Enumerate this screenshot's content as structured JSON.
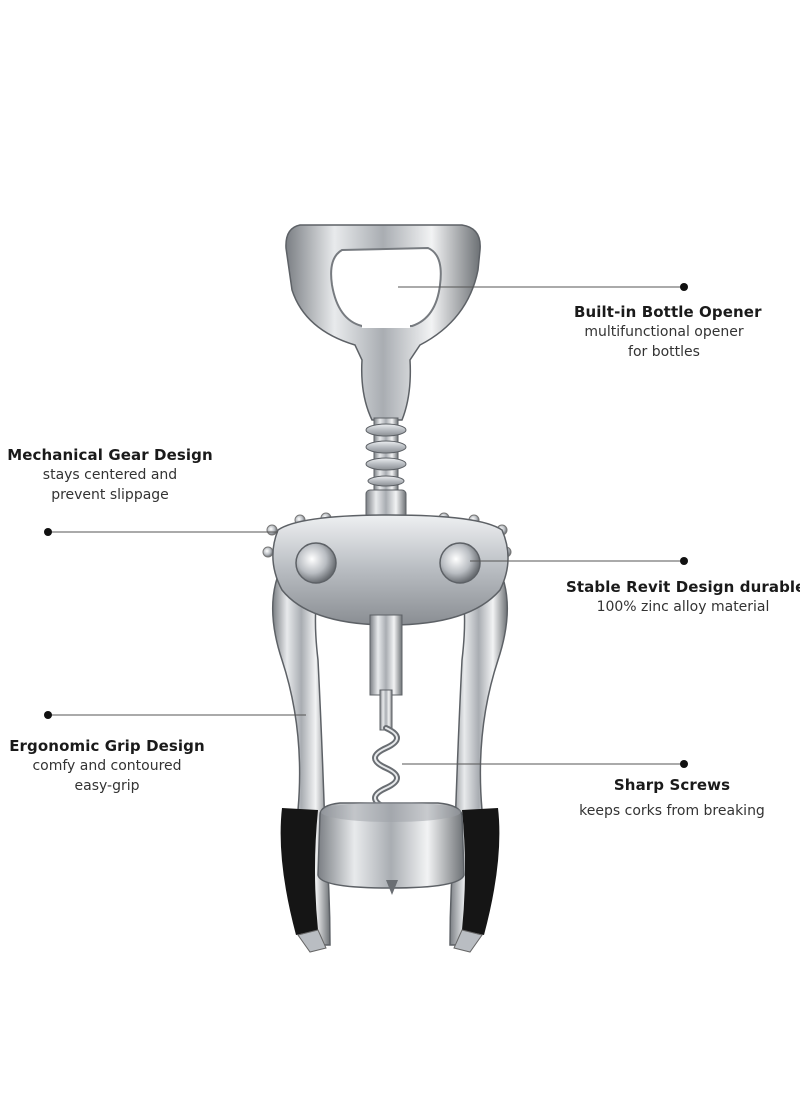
{
  "callouts": {
    "bottle_opener": {
      "title": "Built-in Bottle Opener",
      "desc": [
        "multifunctional opener",
        "for bottles"
      ]
    },
    "gear": {
      "title": "Mechanical Gear Design",
      "desc": [
        "stays centered and",
        "prevent slippage"
      ]
    },
    "rivet": {
      "title": "Stable Revit Design  durable",
      "desc": [
        "100% zinc alloy material"
      ]
    },
    "grip": {
      "title": "Ergonomic Grip Design",
      "desc": [
        "comfy and contoured",
        "easy-grip"
      ]
    },
    "screws": {
      "title": "Sharp Screws",
      "desc": [
        "keeps corks from breaking"
      ]
    }
  },
  "colors": {
    "chrome": "#c9ccd0",
    "chrome_dark": "#6f7378",
    "grip": "#151515",
    "line": "#555555"
  }
}
